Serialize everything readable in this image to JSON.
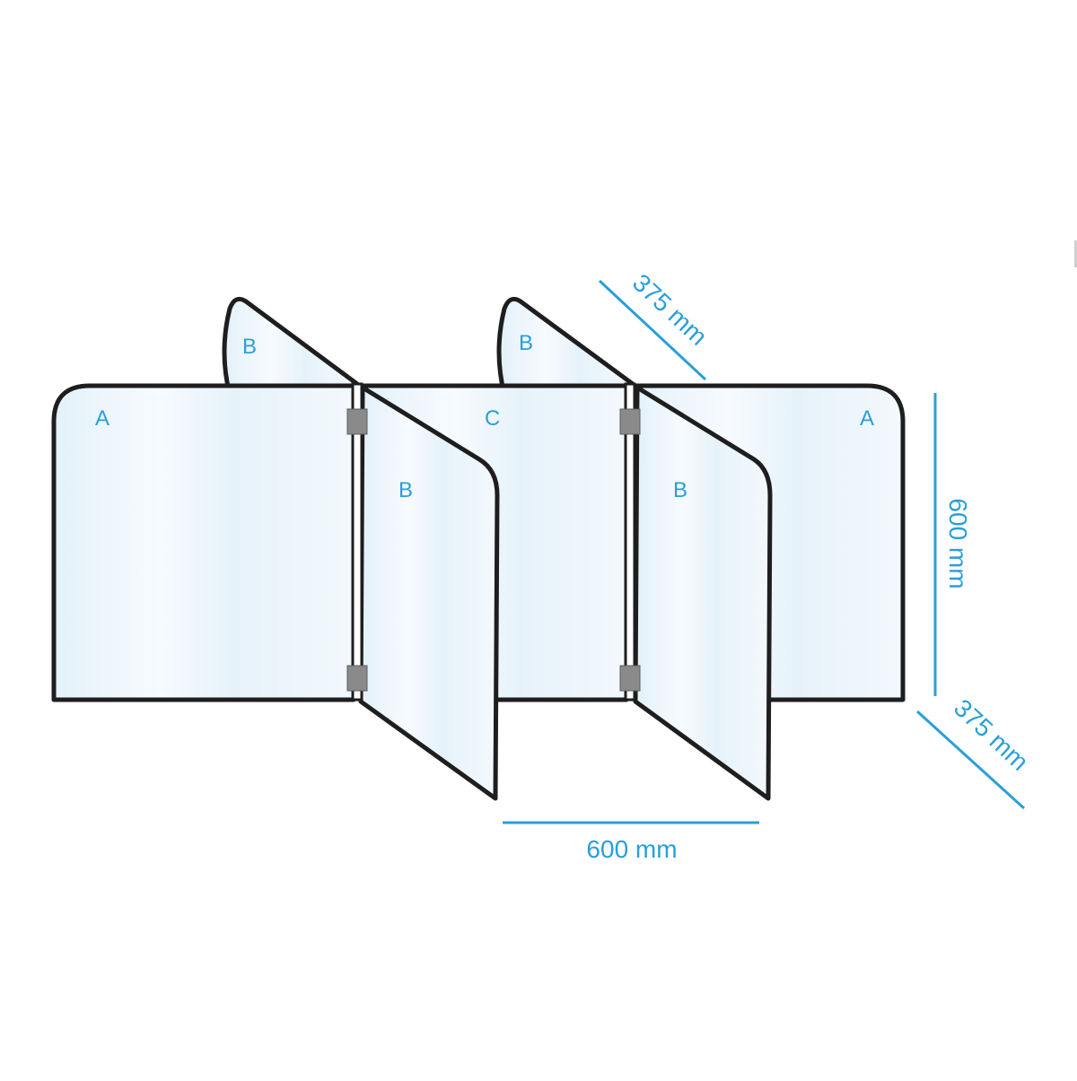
{
  "diagram": {
    "panels": [
      {
        "id": "panel-a-left",
        "label": "A"
      },
      {
        "id": "panel-c-center",
        "label": "C"
      },
      {
        "id": "panel-a-right",
        "label": "A"
      },
      {
        "id": "panel-b-back-left",
        "label": "B"
      },
      {
        "id": "panel-b-front-left",
        "label": "B"
      },
      {
        "id": "panel-b-back-right",
        "label": "B"
      },
      {
        "id": "panel-b-front-right",
        "label": "B"
      }
    ],
    "dimensions": {
      "depth_top": "375 mm",
      "height": "600 mm",
      "depth_bottom": "375 mm",
      "width": "600 mm"
    },
    "colors": {
      "stroke": "#1e1e1e",
      "glass": "#e8f4fb",
      "accent": "#2a9fd8",
      "hinge": "#8a8a8a"
    }
  }
}
